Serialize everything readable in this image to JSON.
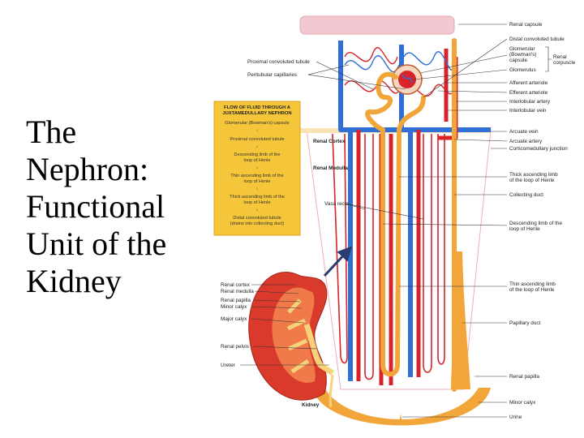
{
  "title_lines": [
    "The",
    "Nephron:",
    "Functional",
    "Unit of the",
    "Kidney"
  ],
  "colors": {
    "artery": "#d8232a",
    "vein": "#2f6fd6",
    "tubule": "#f2a63a",
    "flowbox": "#f6c63a",
    "capsule_band": "#f3c9d1",
    "kidney": "#d93a2b"
  },
  "flow_box": {
    "heading": [
      "FLOW OF FLUID THROUGH A",
      "JUXTAMEDULLARY NEPHRON"
    ],
    "steps": [
      [
        "Glomerular (Bowman's) capsule"
      ],
      [
        "Proximal convoluted tubule"
      ],
      [
        "Descending limb of the",
        "loop of Henle"
      ],
      [
        "Thin ascending limb of the",
        "loop of Henle"
      ],
      [
        "Thick ascending limb of the",
        "loop of Henle"
      ],
      [
        "Distal convoluted tubule",
        "(drains into collecting duct)"
      ]
    ]
  },
  "labels": {
    "left": {
      "proximal": "Proximal convoluted tubule",
      "peritubular": "Peritubular capillaries",
      "cortex": "Renal Cortex",
      "medulla": "Renal Medulla",
      "vasa_recta": "Vasa recta"
    },
    "right": {
      "renal_capsule": "Renal capsule",
      "distal": "Distal convoluted tubule",
      "glomerular_capsule": [
        "Glomerular",
        "(Bowman's)",
        "capsule"
      ],
      "glomerulus": "Glomerulus",
      "renal_corpuscle": [
        "Renal",
        "corpuscle"
      ],
      "afferent": "Afferent arteriole",
      "efferent": "Efferent arteriole",
      "interlobular_artery": "Interlobular artery",
      "interlobular_vein": "Interlobular vein",
      "arcuate_vein": "Arcuate vein",
      "arcuate_artery": "Arcuate artery",
      "corticomedullary": "Corticomedullary junction",
      "thick_ascending": [
        "Thick ascending limb",
        "of the loop of Henle"
      ],
      "collecting_duct": "Collecting duct",
      "descending": [
        "Descending limb of the",
        "loop of Henle"
      ],
      "thin_ascending": [
        "Thin ascending limb",
        "of the loop of Henle"
      ],
      "papillary_duct": "Papillary duct",
      "renal_papilla": "Renal papilla",
      "minor_calyx": "Minor calyx",
      "urine": "Urine"
    },
    "kidney": {
      "renal_cortex": "Renal cortex",
      "renal_medulla": "Renal medulla",
      "renal_papilla": "Renal papilla",
      "minor_calyx": "Minor calyx",
      "major_calyx": "Major calyx",
      "renal_pelvis": "Renal pelvis",
      "ureter": "Ureter",
      "caption": "Kidney"
    }
  }
}
